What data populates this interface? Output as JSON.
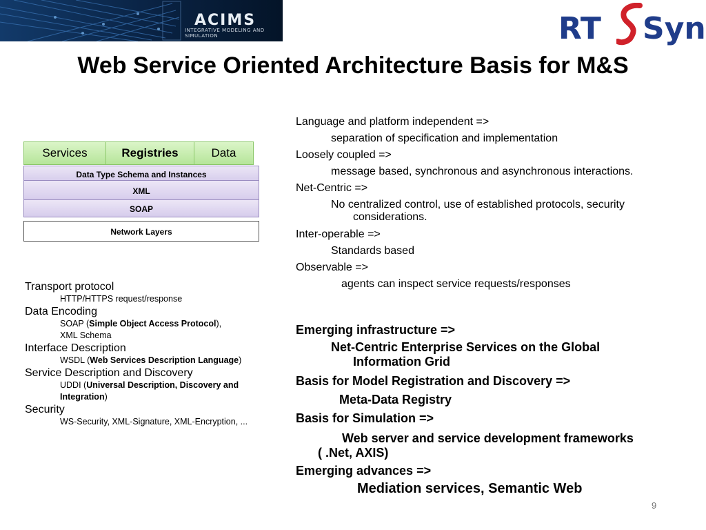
{
  "header": {
    "acims_name": "ACIMS",
    "acims_subtitle": "INTEGRATIVE MODELING AND SIMULATION",
    "rtsync_rt": "RT",
    "rtsync_sync": "Sync"
  },
  "title": "Web Service Oriented Architecture Basis for M&S",
  "diagram": {
    "services": "Services",
    "registries": "Registries",
    "data": "Data",
    "data_type": "Data Type Schema and Instances",
    "xml": "XML",
    "soap": "SOAP",
    "network": "Network Layers"
  },
  "left_list": {
    "transport": "Transport protocol",
    "transport_detail": "HTTP/HTTPS request/response",
    "encoding": "Data Encoding",
    "soap_prefix": "SOAP (",
    "soap_bold": "Simple Object Access Protocol",
    "soap_suffix": "),",
    "xml_schema": "XML Schema",
    "interface": "Interface Description",
    "wsdl_prefix": "WSDL (",
    "wsdl_bold": "Web Services Description Language",
    "wsdl_suffix": ")",
    "discovery": "Service Description and Discovery",
    "uddi_prefix": "UDDI (",
    "uddi_bold": "Universal Description, Discovery and Integration",
    "uddi_suffix": ")",
    "security": "Security",
    "security_detail": "WS-Security, XML-Signature, XML-Encryption, ..."
  },
  "right_list": {
    "lang": "Language and platform independent =>",
    "lang_detail": "separation of specification and implementation",
    "loose": "Loosely coupled =>",
    "loose_detail": "message based, synchronous and asynchronous interactions.",
    "netcentric": "Net-Centric =>",
    "netcentric_detail_1": "No centralized control, use of established protocols, security",
    "netcentric_detail_2": "considerations.",
    "interop": "Inter-operable =>",
    "interop_detail": "Standards based",
    "observable": "Observable =>",
    "observable_detail": "agents can inspect service requests/responses",
    "emerging_infra": "Emerging infrastructure  =>",
    "nces_1": "Net-Centric Enterprise Services on the Global",
    "nces_2": "Information Grid",
    "basis_model": "Basis for Model Registration and Discovery =>",
    "metadata": "Meta-Data Registry",
    "basis_sim": "Basis for Simulation =>",
    "webserver_1": "Web server and service development frameworks",
    "webserver_2": "( .Net, AXIS)",
    "emerging_adv": "Emerging advances =>",
    "mediation": "Mediation  services, Semantic Web"
  },
  "page_number": "9"
}
